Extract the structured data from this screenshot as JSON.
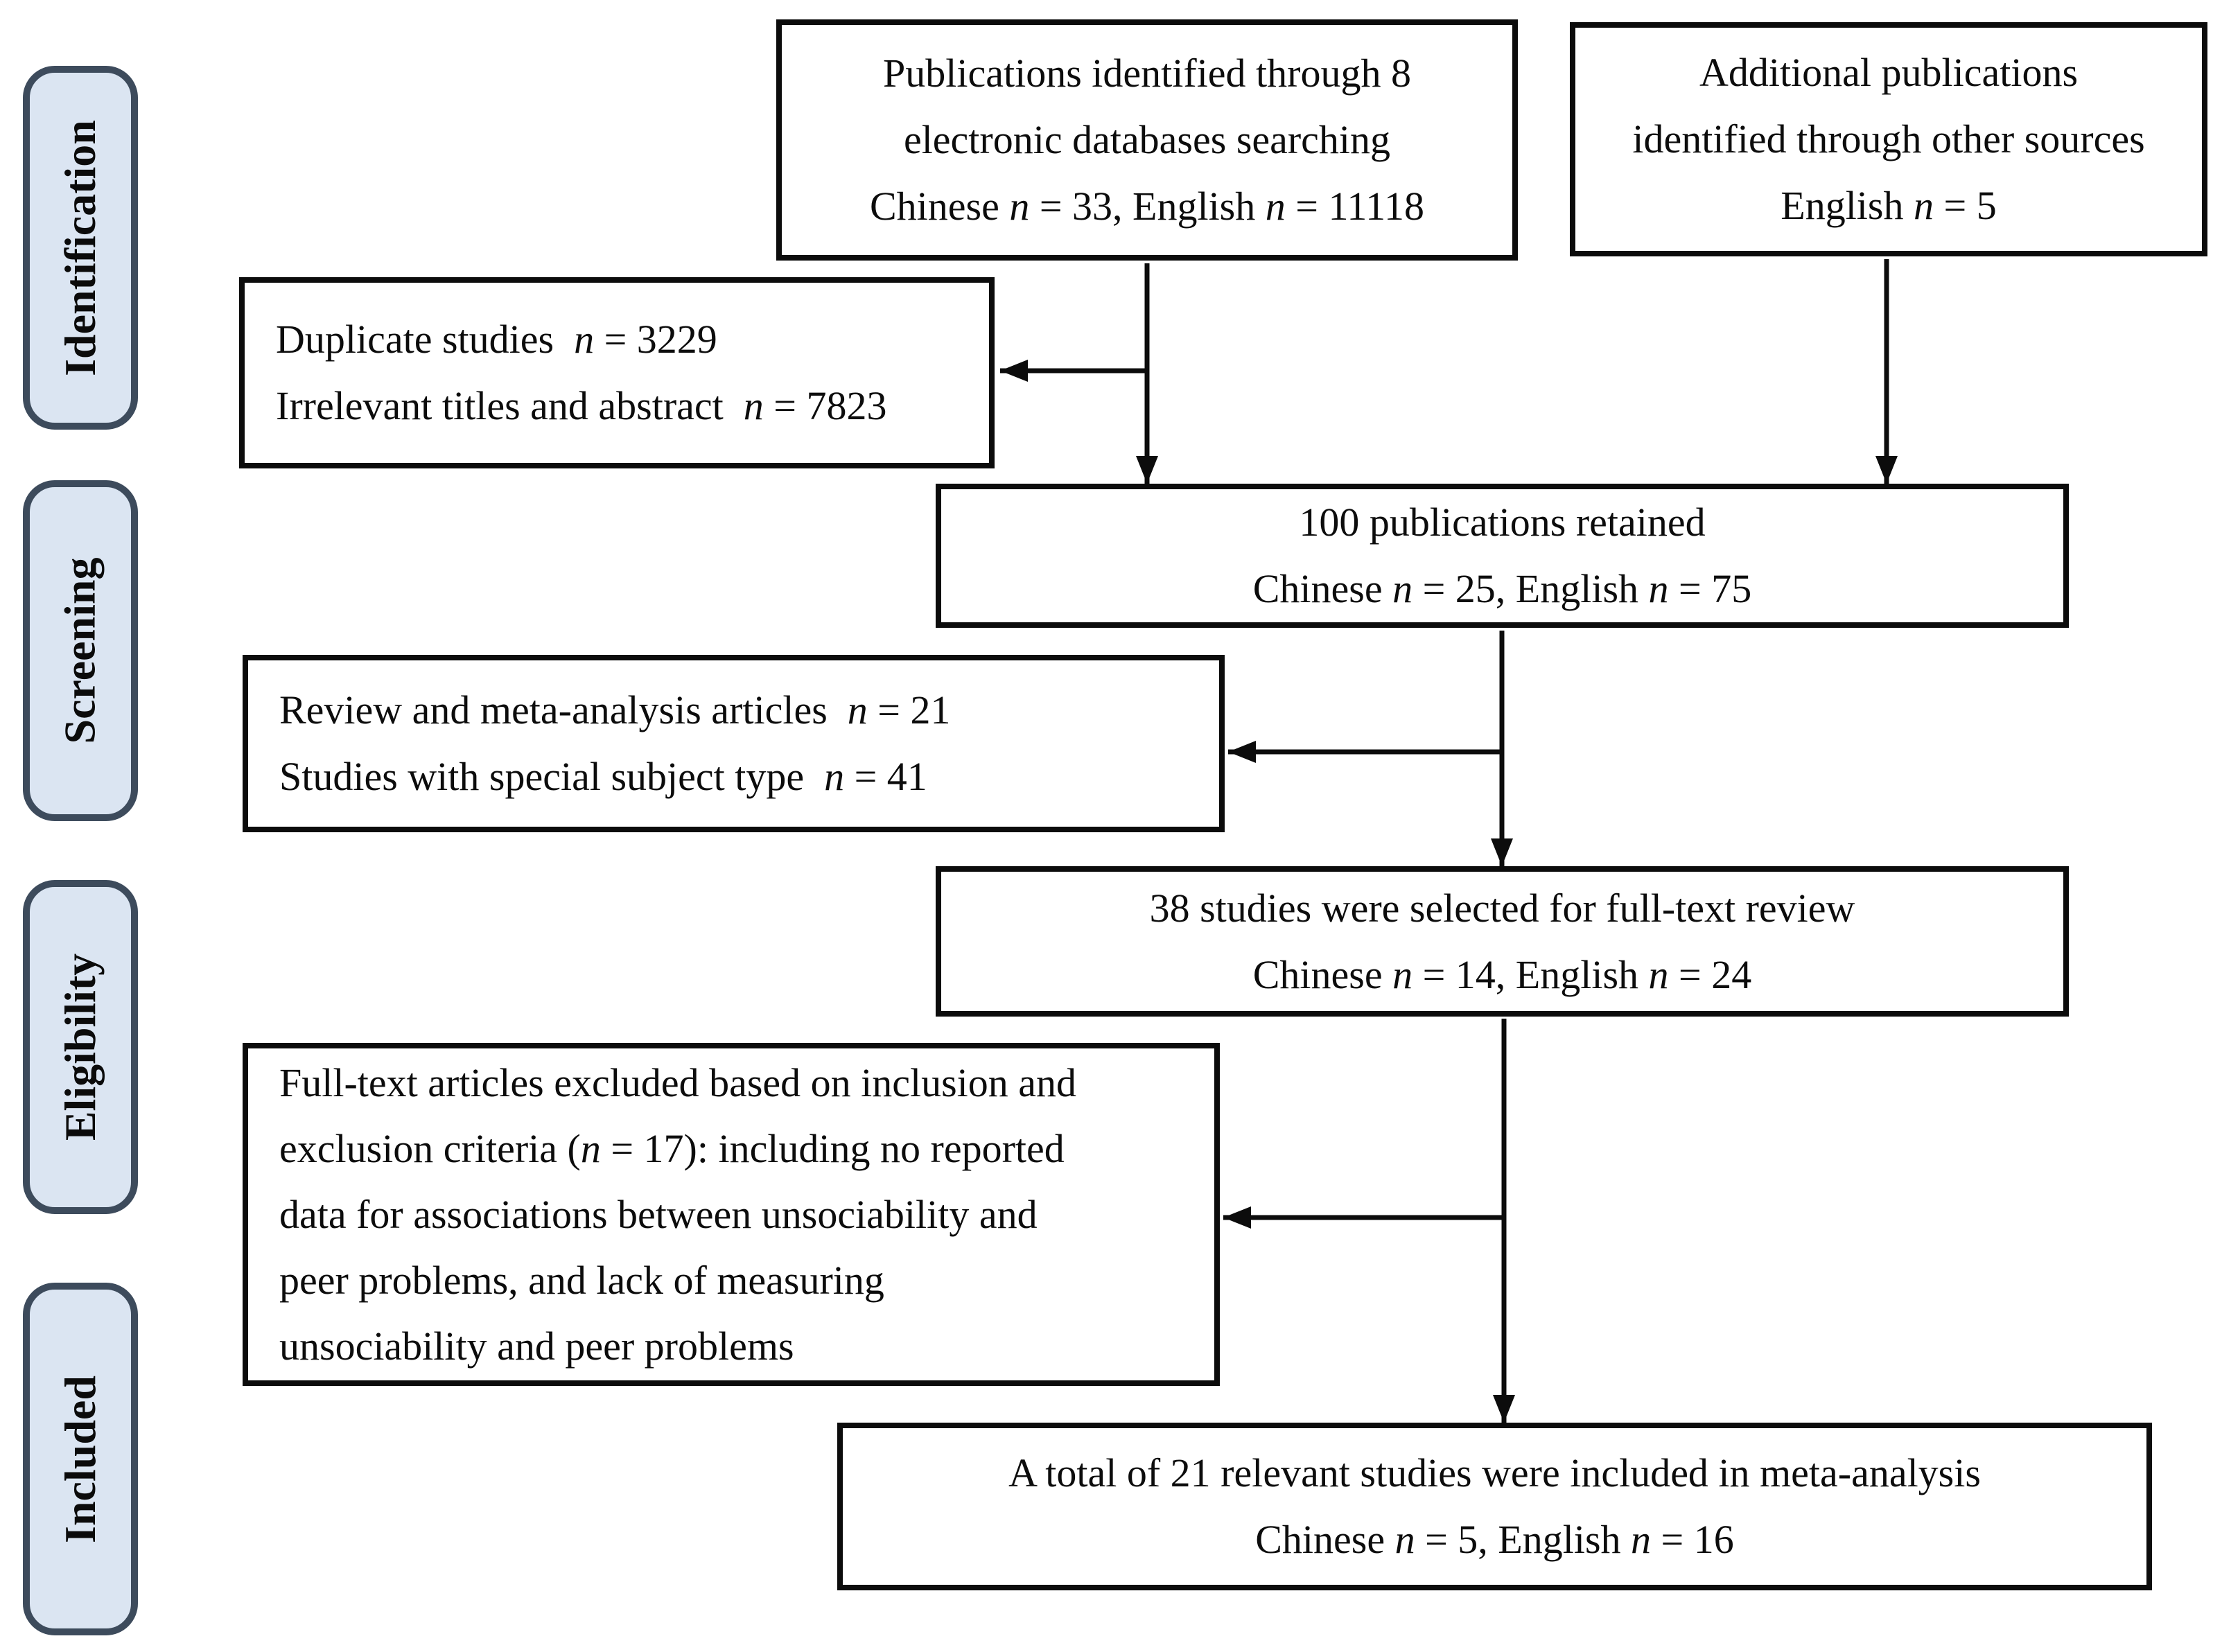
{
  "stages": [
    {
      "label": "Identification"
    },
    {
      "label": "Screening"
    },
    {
      "label": "Eligibility"
    },
    {
      "label": "Included"
    }
  ],
  "boxes": {
    "identified": {
      "lines": [
        [
          "Publications identified through 8"
        ],
        [
          "electronic databases searching"
        ],
        [
          "Chinese ",
          {
            "i": "n"
          },
          " = 33, English ",
          {
            "i": "n"
          },
          " = 11118"
        ]
      ]
    },
    "additional": {
      "lines": [
        [
          "Additional publications"
        ],
        [
          "identified through other sources"
        ],
        [
          "English ",
          {
            "i": "n"
          },
          " = 5"
        ]
      ]
    },
    "duplicates_excluded": {
      "lines": [
        [
          "Duplicate studies  ",
          {
            "i": "n"
          },
          " = 3229"
        ],
        [
          "Irrelevant titles and abstract  ",
          {
            "i": "n"
          },
          " = 7823"
        ]
      ]
    },
    "retained": {
      "lines": [
        [
          "100 publications retained"
        ],
        [
          "Chinese ",
          {
            "i": "n"
          },
          " = 25, English ",
          {
            "i": "n"
          },
          " = 75"
        ]
      ]
    },
    "screening_excluded": {
      "lines": [
        [
          "Review and meta-analysis articles  ",
          {
            "i": "n"
          },
          " = 21"
        ],
        [
          "Studies with special subject type  ",
          {
            "i": "n"
          },
          " = 41"
        ]
      ]
    },
    "fulltext_review": {
      "lines": [
        [
          "38 studies were selected for full-text review"
        ],
        [
          "Chinese ",
          {
            "i": "n"
          },
          " = 14, English ",
          {
            "i": "n"
          },
          " = 24"
        ]
      ]
    },
    "fulltext_excluded": {
      "lines": [
        [
          "Full-text articles excluded based on inclusion and"
        ],
        [
          "exclusion criteria (",
          {
            "i": "n"
          },
          " = 17): including no reported"
        ],
        [
          "data for associations between unsociability and"
        ],
        [
          "peer problems, and lack of measuring"
        ],
        [
          "unsociability and peer problems"
        ]
      ]
    },
    "included_final": {
      "lines": [
        [
          "A total of 21 relevant studies were included in meta-analysis"
        ],
        [
          "Chinese ",
          {
            "i": "n"
          },
          " = 5, English ",
          {
            "i": "n"
          },
          " = 16"
        ]
      ]
    }
  },
  "colors": {
    "background": "#ffffff",
    "stage_fill": "#dbe5f2",
    "stage_border": "#3d4b5c",
    "box_border": "#0c0c0c",
    "text": "#0c0c0c",
    "arrow": "#0c0c0c"
  }
}
